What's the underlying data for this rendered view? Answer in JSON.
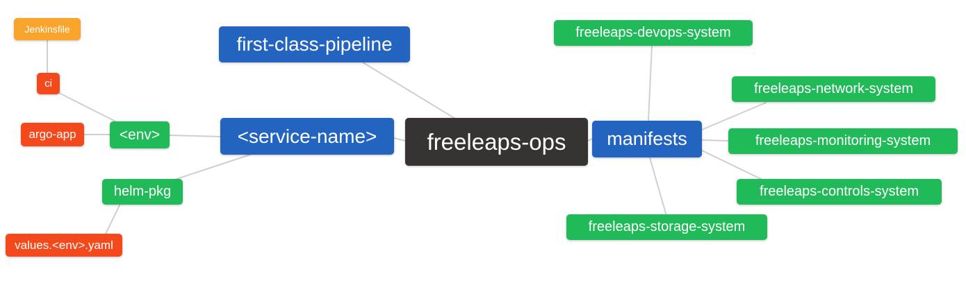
{
  "diagram": {
    "type": "mindmap",
    "root_label": "freeleaps-ops",
    "colors": {
      "root": "#383333",
      "branch": "#2264bf",
      "green": "#21ba58",
      "red": "#f4491c",
      "orange": "#f9a42c",
      "edge": "#cfcfcf",
      "background": "#ffffff",
      "node_text": "#ffffff"
    },
    "nodes": {
      "jenkinsfile": {
        "label": "Jenkinsfile",
        "kind": "orange"
      },
      "ci": {
        "label": "ci",
        "kind": "red"
      },
      "argo_app": {
        "label": "argo-app",
        "kind": "red"
      },
      "env": {
        "label": "<env>",
        "kind": "green"
      },
      "helm_pkg": {
        "label": "helm-pkg",
        "kind": "green"
      },
      "values_yaml": {
        "label": "values.<env>.yaml",
        "kind": "red"
      },
      "service_name": {
        "label": "<service-name>",
        "kind": "branch"
      },
      "pipeline": {
        "label": "first-class-pipeline",
        "kind": "branch"
      },
      "ops": {
        "label": "freeleaps-ops",
        "kind": "root"
      },
      "manifests": {
        "label": "manifests",
        "kind": "branch"
      },
      "devops_sys": {
        "label": "freeleaps-devops-system",
        "kind": "green"
      },
      "network_sys": {
        "label": "freeleaps-network-system",
        "kind": "green"
      },
      "monitoring_sys": {
        "label": "freeleaps-monitoring-system",
        "kind": "green"
      },
      "controls_sys": {
        "label": "freeleaps-controls-system",
        "kind": "green"
      },
      "storage_sys": {
        "label": "freeleaps-storage-system",
        "kind": "green"
      }
    },
    "edges": [
      {
        "from": "jenkinsfile",
        "to": "ci"
      },
      {
        "from": "ci",
        "to": "env"
      },
      {
        "from": "argo_app",
        "to": "env"
      },
      {
        "from": "env",
        "to": "service_name"
      },
      {
        "from": "helm_pkg",
        "to": "service_name"
      },
      {
        "from": "values_yaml",
        "to": "helm_pkg"
      },
      {
        "from": "service_name",
        "to": "ops"
      },
      {
        "from": "pipeline",
        "to": "ops"
      },
      {
        "from": "ops",
        "to": "manifests"
      },
      {
        "from": "manifests",
        "to": "devops_sys"
      },
      {
        "from": "manifests",
        "to": "network_sys"
      },
      {
        "from": "manifests",
        "to": "monitoring_sys"
      },
      {
        "from": "manifests",
        "to": "controls_sys"
      },
      {
        "from": "manifests",
        "to": "storage_sys"
      }
    ]
  }
}
